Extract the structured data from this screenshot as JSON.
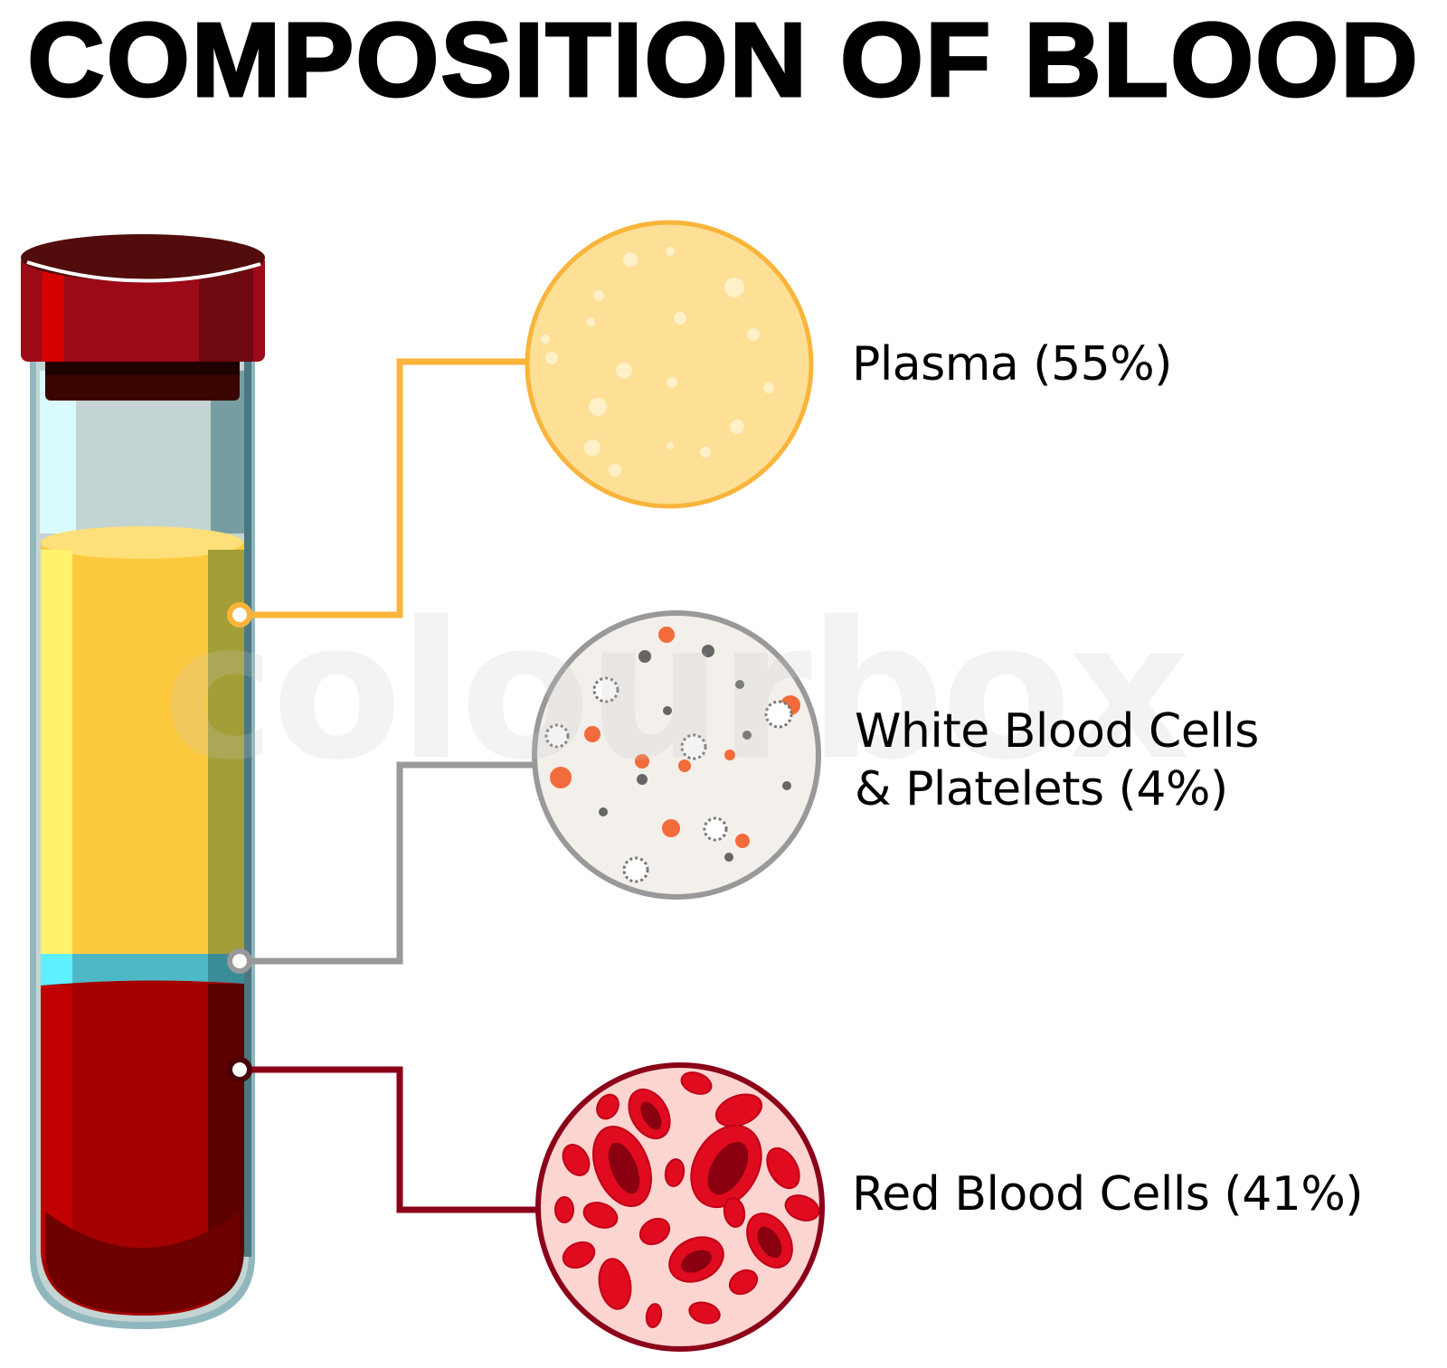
{
  "title": "COMPOSITION OF BLOOD",
  "watermark": "colourbox",
  "components": [
    {
      "name": "Plasma",
      "percent": "55%",
      "label": "Plasma (55%)",
      "color": "#FDC93E",
      "line_color": "#F9B43A"
    },
    {
      "name": "White Blood Cells & Platelets",
      "percent": "4%",
      "label_line1": "White Blood Cells",
      "label_line2": "& Platelets (4%)",
      "color": "#4FB8C6",
      "line_color": "#999999"
    },
    {
      "name": "Red Blood Cells",
      "percent": "41%",
      "label": "Red Blood Cells (41%)",
      "color": "#A40000",
      "line_color": "#8B0018"
    }
  ],
  "chart_data": {
    "type": "diagram",
    "title": "COMPOSITION OF BLOOD",
    "parts": [
      {
        "label": "Plasma",
        "value": 55
      },
      {
        "label": "White Blood Cells & Platelets",
        "value": 4
      },
      {
        "label": "Red Blood Cells",
        "value": 41
      }
    ],
    "unit": "%"
  }
}
